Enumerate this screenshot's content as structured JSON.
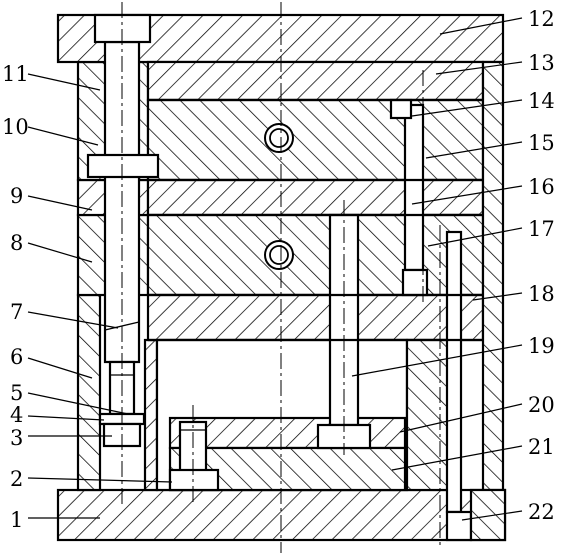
{
  "callouts": {
    "c1": "1",
    "c2": "2",
    "c3": "3",
    "c4": "4",
    "c5": "5",
    "c6": "6",
    "c7": "7",
    "c8": "8",
    "c9": "9",
    "c10": "10",
    "c11": "11",
    "c12": "12",
    "c13": "13",
    "c14": "14",
    "c15": "15",
    "c16": "16",
    "c17": "17",
    "c18": "18",
    "c19": "19",
    "c20": "20",
    "c21": "21",
    "c22": "22"
  },
  "colors": {
    "ink": "#000000",
    "paper": "#ffffff"
  }
}
